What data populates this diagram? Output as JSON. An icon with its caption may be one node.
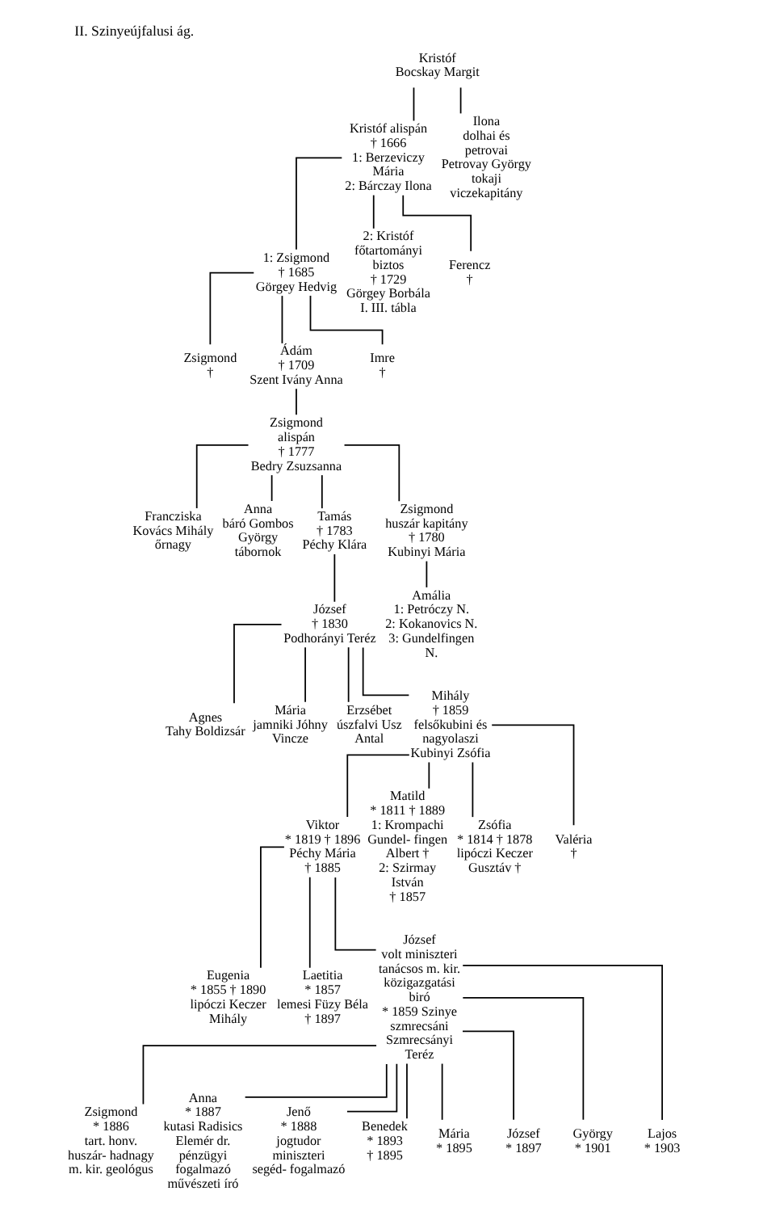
{
  "diagram": {
    "title": "II. Szinyeújfalusi ág.",
    "nodes": [
      {
        "text": [
          "Kristóf",
          "Bocskay Margit"
        ]
      },
      {
        "text": [
          "Kristóf alispán",
          "† 1666",
          "1: Berzeviczy Mária",
          "2: Bárczay Ilona"
        ]
      },
      {
        "text": [
          "Ilona",
          "dolhai és petrovai Petrovay György",
          "tokaji viczekapitány"
        ]
      },
      {
        "text": [
          "1: Zsigmond",
          "† 1685",
          "Görgey Hedvig"
        ]
      },
      {
        "text": [
          "2: Kristóf",
          "főtartományi biztos",
          "† 1729",
          "Görgey Borbála",
          "I. III. tábla"
        ]
      },
      {
        "text": [
          "Ferencz",
          "†"
        ]
      },
      {
        "text": [
          "Zsigmond",
          "†"
        ]
      },
      {
        "text": [
          "Ádám",
          "† 1709",
          "Szent Ivány Anna"
        ]
      },
      {
        "text": [
          "Imre",
          "†"
        ]
      },
      {
        "text": [
          "Zsigmond",
          "alispán",
          "† 1777",
          "Bedry Zsuzsanna"
        ]
      },
      {
        "text": [
          "Francziska",
          "Kovács Mihály",
          "őrnagy"
        ]
      },
      {
        "text": [
          "Anna",
          "báró Gombos György",
          "tábornok"
        ]
      },
      {
        "text": [
          "Tamás",
          "† 1783",
          "Péchy Klára"
        ]
      },
      {
        "text": [
          "Zsigmond",
          "huszár kapitány",
          "† 1780",
          "Kubinyi Mária"
        ]
      },
      {
        "text": [
          "József",
          "† 1830",
          "Podhorányi Teréz"
        ]
      },
      {
        "text": [
          "Amália",
          "1: Petróczy N.",
          "2: Kokanovics N.",
          "3: Gundelfingen N."
        ]
      },
      {
        "text": [
          "Agnes",
          "Tahy Boldizsár"
        ]
      },
      {
        "text": [
          "Mária",
          "jamniki Jóhny Vincze"
        ]
      },
      {
        "text": [
          "Erzsébet",
          "úszfalvi Usz Antal"
        ]
      },
      {
        "text": [
          "Mihály",
          "† 1859",
          "felsőkubini és nagyolaszi Kubinyi Zsófia"
        ]
      },
      {
        "text": [
          "Viktor",
          "* 1819 † 1896",
          "Péchy Mária",
          "† 1885"
        ]
      },
      {
        "text": [
          "Matild",
          "* 1811 † 1889",
          "1: Krompachi Gundel- fingen Albert †",
          "2: Szirmay István",
          "† 1857"
        ]
      },
      {
        "text": [
          "Zsófia",
          "* 1814 † 1878",
          "lipóczi Keczer Gusztáv †"
        ]
      },
      {
        "text": [
          "Valéria",
          "†"
        ]
      },
      {
        "text": [
          "Eugenia",
          "* 1855 † 1890",
          "lipóczi Keczer Mihály"
        ]
      },
      {
        "text": [
          "Laetitia",
          "* 1857",
          "lemesi Füzy Béla",
          "† 1897"
        ]
      },
      {
        "text": [
          "József",
          "volt miniszteri tanácsos m. kir. közigazgatási biró",
          "* 1859 Szinye",
          "szmrecsáni Szmrecsányi Teréz"
        ]
      },
      {
        "text": [
          "Zsigmond",
          "* 1886",
          "tart. honv. huszár- hadnagy",
          "m. kir. geológus"
        ]
      },
      {
        "text": [
          "Anna",
          "* 1887",
          "kutasi Radisics Elemér dr.",
          "pénzügyi fogalmazó",
          "művészeti író"
        ]
      },
      {
        "text": [
          "Jenő",
          "* 1888",
          "jogtudor",
          "miniszteri segéd- fogalmazó"
        ]
      },
      {
        "text": [
          "Benedek",
          "* 1893",
          "† 1895"
        ]
      },
      {
        "text": [
          "Mária",
          "* 1895"
        ]
      },
      {
        "text": [
          "József",
          "* 1897"
        ]
      },
      {
        "text": [
          "György",
          "* 1901"
        ]
      },
      {
        "text": [
          "Lajos",
          "* 1903"
        ]
      }
    ],
    "edges": [
      {
        "from": 0,
        "to": 1,
        "arrow": "none"
      },
      {
        "from": 0,
        "to": 2,
        "arrow": "none"
      },
      {
        "from": 1,
        "to": 3,
        "arrow": "none"
      },
      {
        "from": 1,
        "to": 4,
        "arrow": "none"
      },
      {
        "from": 1,
        "to": 5,
        "arrow": "none"
      },
      {
        "from": 3,
        "to": 6,
        "arrow": "none"
      },
      {
        "from": 3,
        "to": 7,
        "arrow": "none"
      },
      {
        "from": 3,
        "to": 8,
        "arrow": "none"
      },
      {
        "from": 7,
        "to": 9,
        "arrow": "none"
      },
      {
        "from": 9,
        "to": 10,
        "arrow": "none"
      },
      {
        "from": 9,
        "to": 11,
        "arrow": "none"
      },
      {
        "from": 9,
        "to": 12,
        "arrow": "none"
      },
      {
        "from": 9,
        "to": 13,
        "arrow": "none"
      },
      {
        "from": 12,
        "to": 14,
        "arrow": "none"
      },
      {
        "from": 13,
        "to": 15,
        "arrow": "none"
      },
      {
        "from": 14,
        "to": 16,
        "arrow": "none"
      },
      {
        "from": 14,
        "to": 17,
        "arrow": "none"
      },
      {
        "from": 14,
        "to": 18,
        "arrow": "none"
      },
      {
        "from": 14,
        "to": 19,
        "arrow": "none"
      },
      {
        "from": 19,
        "to": 20,
        "arrow": "none"
      },
      {
        "from": 19,
        "to": 21,
        "arrow": "none"
      },
      {
        "from": 19,
        "to": 22,
        "arrow": "none"
      },
      {
        "from": 19,
        "to": 23,
        "arrow": "none"
      },
      {
        "from": 20,
        "to": 24,
        "arrow": "none"
      },
      {
        "from": 20,
        "to": 25,
        "arrow": "none"
      },
      {
        "from": 20,
        "to": 26,
        "arrow": "none"
      },
      {
        "from": 26,
        "to": 27,
        "arrow": "none"
      },
      {
        "from": 26,
        "to": 28,
        "arrow": "none"
      },
      {
        "from": 26,
        "to": 29,
        "arrow": "none"
      },
      {
        "from": 26,
        "to": 30,
        "arrow": "none"
      },
      {
        "from": 26,
        "to": 31,
        "arrow": "none"
      },
      {
        "from": 26,
        "to": 32,
        "arrow": "none"
      },
      {
        "from": 26,
        "to": 33,
        "arrow": "none"
      },
      {
        "from": 26,
        "to": 34,
        "arrow": "none"
      }
    ]
  }
}
